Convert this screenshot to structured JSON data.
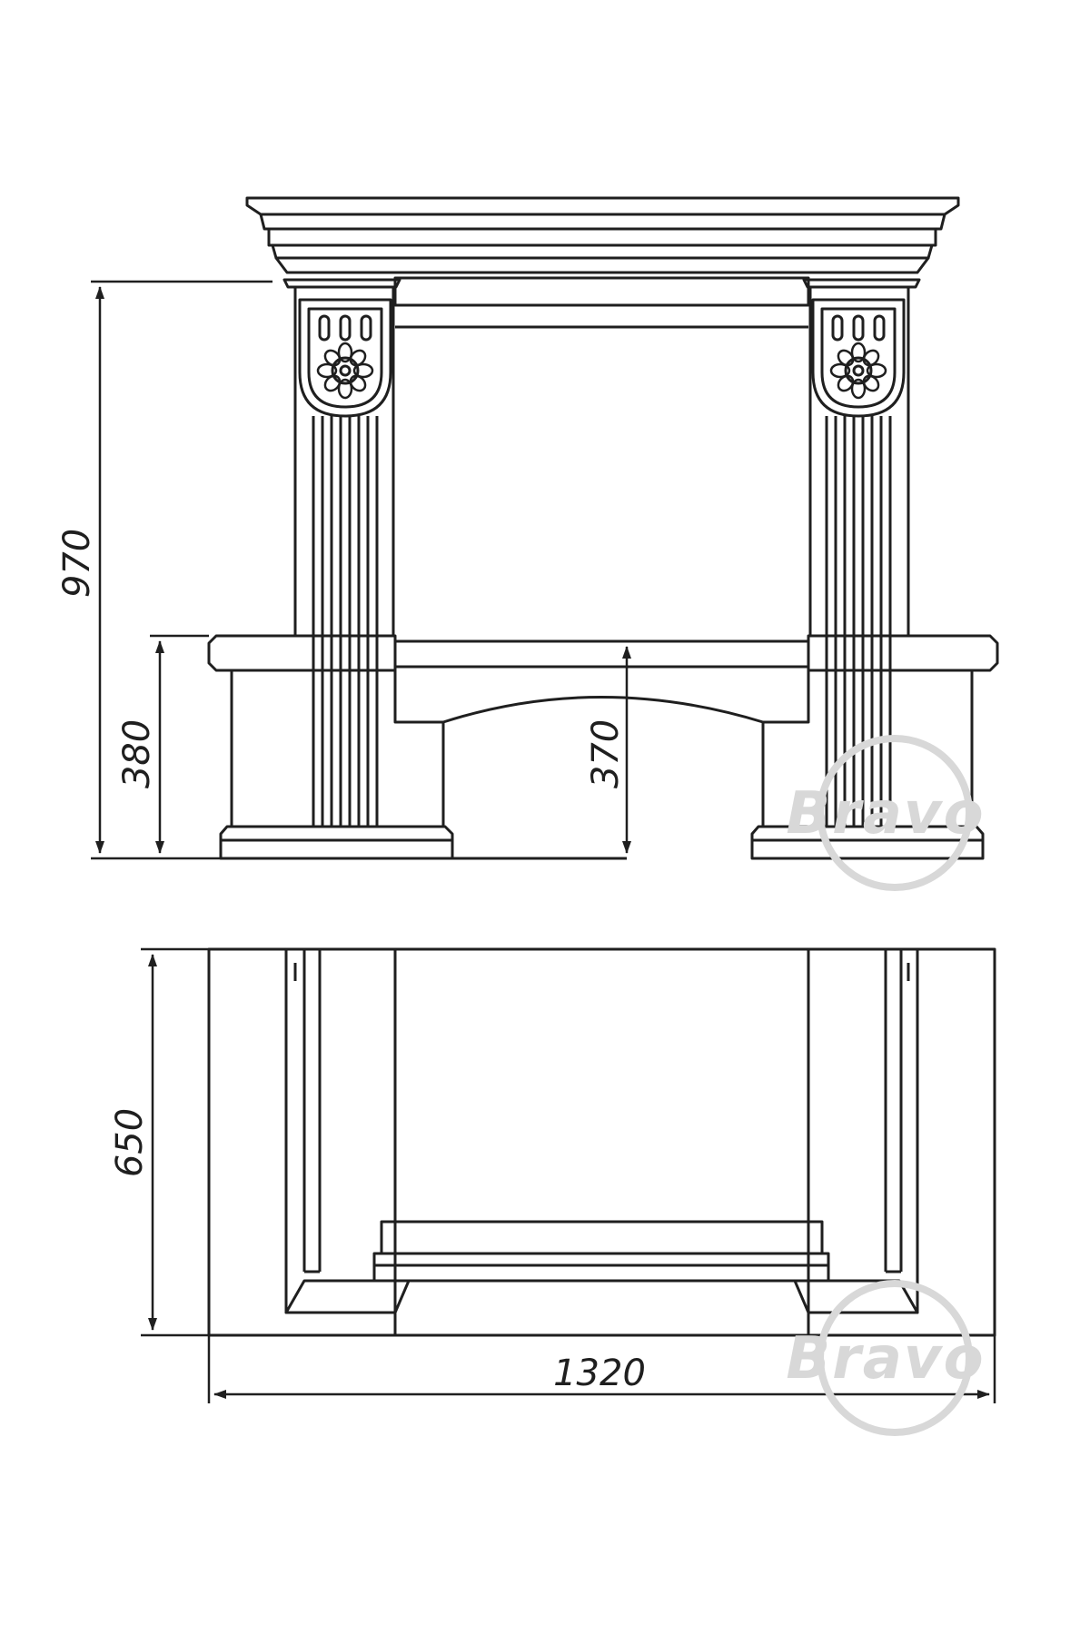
{
  "colors": {
    "line": "#1f1f1f",
    "watermark": "#d4d4d4",
    "background": "#ffffff"
  },
  "dimensions": {
    "total_height": "970",
    "shelf_height": "380",
    "opening_height": "370",
    "depth": "650",
    "width": "1320"
  },
  "watermark": {
    "brand": "Bravo"
  },
  "icons": {
    "rosette_left": "rosette-icon",
    "rosette_right": "rosette-icon",
    "watermark": "bravo-logo-icon"
  }
}
